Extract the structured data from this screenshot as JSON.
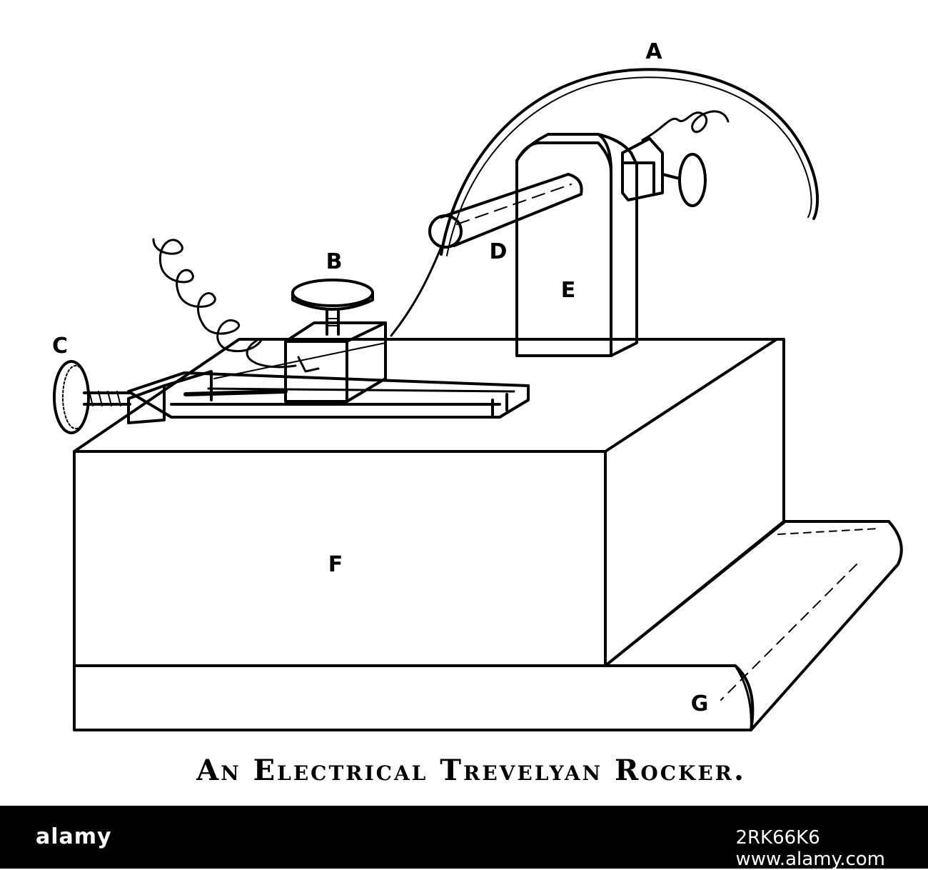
{
  "labels": {
    "a": "A",
    "b": "B",
    "c": "C",
    "d": "D",
    "e": "E",
    "f": "F",
    "g": "G"
  },
  "caption": "An Electrical Trevelyan Rocker.",
  "watermark": {
    "brand": "alamy",
    "image_id": "2RK66K6",
    "site": "www.alamy.com"
  },
  "colors": {
    "ink": "#000000",
    "paper": "#ffffff",
    "footer": "#000000"
  }
}
